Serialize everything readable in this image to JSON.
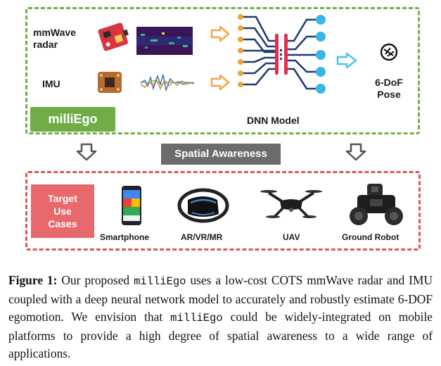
{
  "inputs": {
    "radar_label_line1": "mmWave",
    "radar_label_line2": "radar",
    "imu_label": "IMU"
  },
  "badges": {
    "system_name": "milliEgo",
    "spatial": "Spatial Awareness",
    "target_line1": "Target",
    "target_line2": "Use",
    "target_line3": "Cases"
  },
  "model": {
    "label": "DNN Model"
  },
  "output": {
    "line1": "6-DoF",
    "line2": "Pose"
  },
  "use_cases": {
    "smartphone": "Smartphone",
    "arvr": "AR/VR/MR",
    "uav": "UAV",
    "robot": "Ground Robot"
  },
  "caption": {
    "prefix": "Figure 1:",
    "part1": " Our proposed ",
    "name1": "milliEgo",
    "part2": " uses a low-cost COTS mmWave radar and IMU coupled with a deep neural network model to accurately and robustly estimate 6-DOF egomotion. We envision that ",
    "name2": "milliEgo",
    "part3": " could be widely-integrated on mobile platforms to provide a high degree of spatial awareness to a wide range of applications."
  },
  "colors": {
    "green_border": "#71b04a",
    "red_border": "#d9585a",
    "orange_arrow": "#f5a34a",
    "cyan_arrow": "#4fc3e3",
    "nn_blue": "#1f3d74",
    "nn_red": "#e5304b",
    "nn_cyan": "#38b6e8",
    "nn_orange": "#f2a334"
  }
}
